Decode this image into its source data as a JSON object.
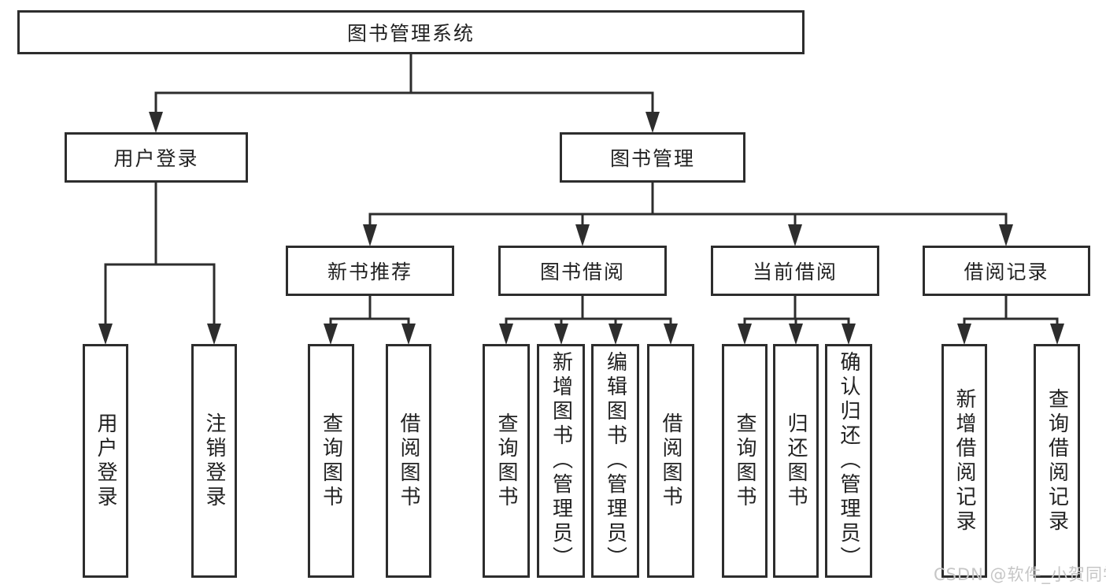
{
  "colors": {
    "line": "#2d2d2d",
    "text": "#222222",
    "background": "#ffffff",
    "watermark": "#c6c6c6"
  },
  "watermark": {
    "text": "CSDN @软件_小贺同学"
  },
  "diagram": {
    "root": {
      "label": "图书管理系统"
    },
    "level1": [
      {
        "label": "用户登录",
        "children": [
          {
            "label": "用户登录"
          },
          {
            "label": "注销登录"
          }
        ]
      },
      {
        "label": "图书管理",
        "children": [
          {
            "label": "新书推荐",
            "children": [
              {
                "label": "查询图书"
              },
              {
                "label": "借阅图书"
              }
            ]
          },
          {
            "label": "图书借阅",
            "children": [
              {
                "label": "查询图书"
              },
              {
                "label": "新增图书（管理员）"
              },
              {
                "label": "编辑图书（管理员）"
              },
              {
                "label": "借阅图书"
              }
            ]
          },
          {
            "label": "当前借阅",
            "children": [
              {
                "label": "查询图书"
              },
              {
                "label": "归还图书"
              },
              {
                "label": "确认归还（管理员）"
              }
            ]
          },
          {
            "label": "借阅记录",
            "children": [
              {
                "label": "新增借阅记录"
              },
              {
                "label": "查询借阅记录"
              }
            ]
          }
        ]
      }
    ]
  }
}
